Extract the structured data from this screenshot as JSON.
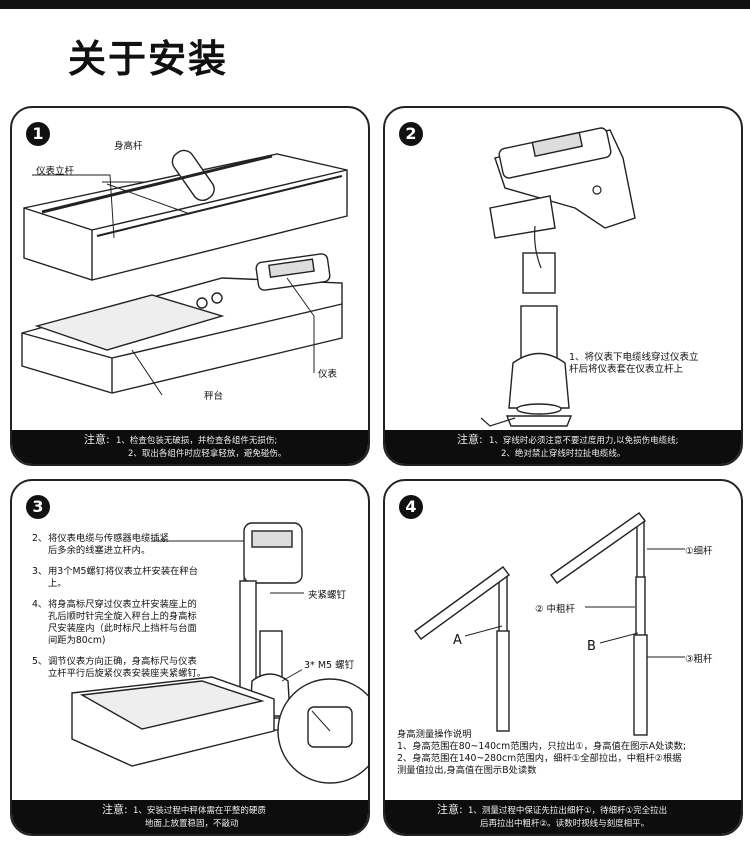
{
  "page": {
    "title": "关于安装"
  },
  "panels": [
    {
      "badge": "1",
      "labels": {
        "height_rod": "身高杆",
        "upright": "仪表立杆",
        "platform": "秤台",
        "meter": "仪表"
      },
      "note": {
        "label": "注意:",
        "line1": "1、检查包装无破损，并检查各组件无损伤;",
        "line2": "2、取出各组件时应轻拿轻放，避免碰伤。"
      }
    },
    {
      "badge": "2",
      "caption": "1、将仪表下电缆线穿过仪表立\n杆后将仪表套在仪表立杆上",
      "note": {
        "label": "注意:",
        "line1": "1、穿线时必须注意不要过度用力,以免损伤电缆线;",
        "line2": "2、绝对禁止穿线时拉扯电缆线。"
      }
    },
    {
      "badge": "3",
      "steps": [
        {
          "n": "2、",
          "text": "将仪表电缆与传感器电缆插紧\n后多余的线塞进立杆内。"
        },
        {
          "n": "3、",
          "text": "用3个M5螺钉将仪表立杆安装在秤台\n上。"
        },
        {
          "n": "4、",
          "text": "将身高标尺穿过仪表立杆安装座上的\n孔后顺时针完全旋入秤台上的身高标\n尺安装座内（此时标尺上挡杆与台面\n间距为80cm)"
        },
        {
          "n": "5、",
          "text": "调节仪表方向正确，身高标尺与仪表\n立杆平行后旋紧仪表安装座夹紧螺钉。"
        }
      ],
      "labels": {
        "clamp_screw": "夹紧螺钉",
        "m5_screw": "3* M5 螺钉"
      },
      "note": {
        "label": "注意:",
        "line1": "1、安装过程中秤体需在平整的硬质",
        "line2": "地面上放置稳固，不敲动"
      }
    },
    {
      "badge": "4",
      "labels": {
        "thin": "①细杆",
        "mid": "② 中粗杆",
        "thick": "③粗杆",
        "a": "A",
        "b": "B"
      },
      "instructions": {
        "heading": "身高测量操作说明",
        "line1": "1、身高范围在80~140cm范围内，只拉出①，身高值在图示A处读数;",
        "line2": "2、身高范围在140~280cm范围内，细杆①全部拉出，中粗杆②根据\n   测量值拉出,身高值在图示B处读数"
      },
      "note": {
        "label": "注意:",
        "line1": "1、测量过程中保证先拉出细杆①，待细杆①完全拉出",
        "line2": "后再拉出中粗杆②。读数时视线与刻度相平。"
      }
    }
  ]
}
